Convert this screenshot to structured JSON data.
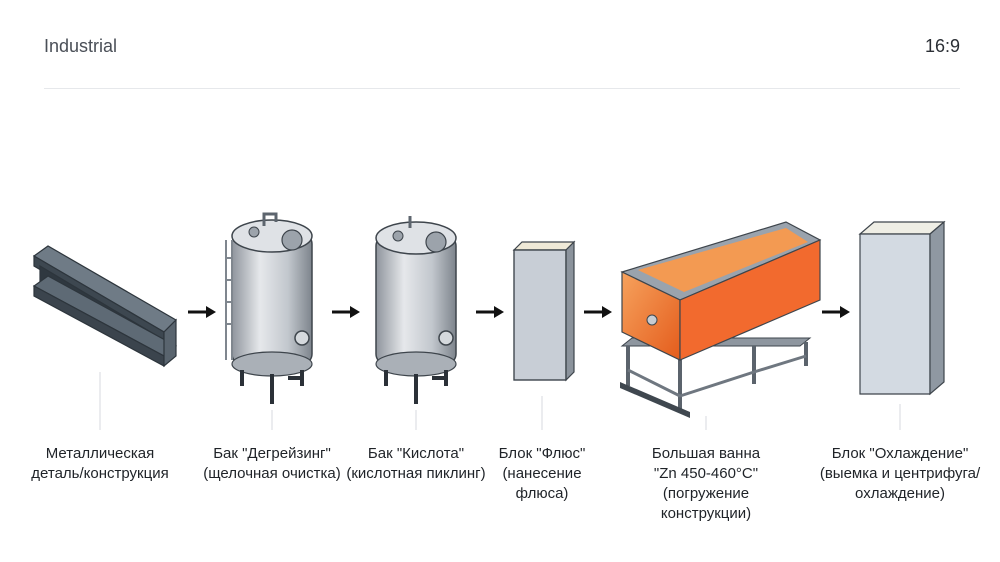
{
  "header": {
    "title": "Industrial",
    "ratio": "16:9"
  },
  "colors": {
    "steel_dark": "#44505a",
    "steel_light": "#b9c2cb",
    "tank_body": "#c9ccd1",
    "molten_zinc": "#f07a2a",
    "bath_outer": "#ff6a3d",
    "flux_block": "#e9e4d6",
    "cooling_block": "#d8dee4",
    "arrow": "#111111"
  },
  "steps": [
    {
      "id": "metal-part",
      "icon": "i-beam-icon",
      "lines": [
        "Металлическая",
        "деталь/конструкция"
      ]
    },
    {
      "id": "degreasing-tank",
      "icon": "tank-icon",
      "lines": [
        "Бак \"Дегрейзинг\"",
        "(щелочная очистка)"
      ]
    },
    {
      "id": "acid-tank",
      "icon": "tank-icon",
      "lines": [
        "Бак \"Кислота\"",
        "(кислотная пиклинг)"
      ]
    },
    {
      "id": "flux-block",
      "icon": "block-icon",
      "lines": [
        "Блок \"Флюс\"",
        "(нанесение",
        "флюса)"
      ]
    },
    {
      "id": "zinc-bath",
      "icon": "bath-icon",
      "lines": [
        "Большая ванна",
        "\"Zn 450-460°C\"",
        "(погружение",
        "конструкции)"
      ]
    },
    {
      "id": "cooling-block",
      "icon": "block-icon",
      "lines": [
        "Блок \"Охлаждение\"",
        "(выемка и центрифуга/",
        "охлаждение)"
      ]
    }
  ]
}
